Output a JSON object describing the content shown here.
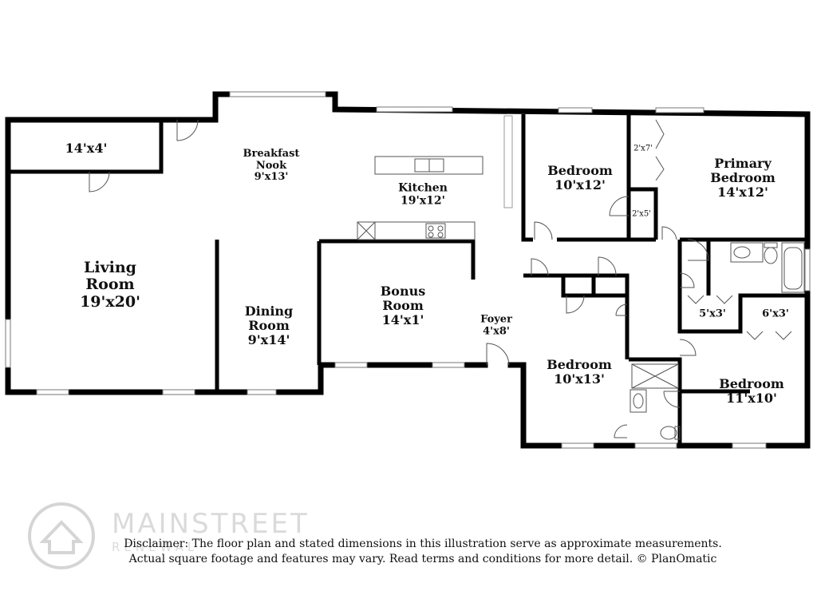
{
  "rooms": {
    "closet_top": {
      "dims": "14'x4'"
    },
    "breakfast_nook": {
      "name_line1": "Breakfast",
      "name_line2": "Nook",
      "dims": "9'x13'"
    },
    "kitchen": {
      "name": "Kitchen",
      "dims": "19'x12'"
    },
    "bedroom_top": {
      "name": "Bedroom",
      "dims": "10'x12'"
    },
    "closet_2x7": {
      "dims": "2'x7'"
    },
    "primary_bedroom": {
      "name_line1": "Primary",
      "name_line2": "Bedroom",
      "dims": "14'x12'"
    },
    "closet_2x5": {
      "dims": "2'x5'"
    },
    "living_room": {
      "name_line1": "Living",
      "name_line2": "Room",
      "dims": "19'x20'"
    },
    "dining_room": {
      "name_line1": "Dining",
      "name_line2": "Room",
      "dims": "9'x14'"
    },
    "bonus_room": {
      "name_line1": "Bonus",
      "name_line2": "Room",
      "dims": "14'x1'"
    },
    "foyer": {
      "name": "Foyer",
      "dims": "4'x8'"
    },
    "closet_5x3": {
      "dims": "5'x3'"
    },
    "closet_6x3": {
      "dims": "6'x3'"
    },
    "bedroom_mid": {
      "name": "Bedroom",
      "dims": "10'x13'"
    },
    "bedroom_right": {
      "name": "Bedroom",
      "dims": "11'x10'"
    }
  },
  "disclaimer": {
    "line1": "Disclaimer: The floor plan and stated dimensions in this illustration serve as approximate measurements.",
    "line2": "Actual square footage and features may vary. Read terms and conditions for more detail. © PlanOmatic"
  },
  "watermark": {
    "brand": "MAINSTREET",
    "sub": "RENEWAL"
  }
}
